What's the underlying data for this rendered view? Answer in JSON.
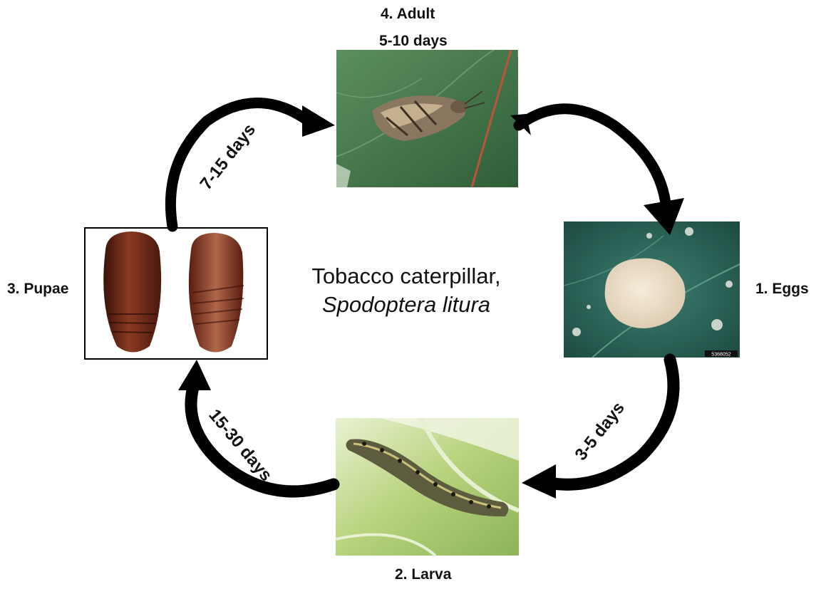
{
  "diagram": {
    "title_line1": "Tobacco caterpillar,",
    "title_line2": "Spodoptera litura",
    "stages": {
      "adult": {
        "label": "4. Adult",
        "duration": "5-10 days"
      },
      "eggs": {
        "label": "1. Eggs"
      },
      "larva": {
        "label": "2. Larva"
      },
      "pupae": {
        "label": "3. Pupae"
      }
    },
    "transitions": {
      "eggs_to_larva": "3-5 days",
      "larva_to_pupae": "15-30 days",
      "pupae_to_adult": "7-15 days"
    },
    "photo_watermark": "5368052"
  },
  "colors": {
    "leaf_green": "#3f7a45",
    "egg_mass": "#efe2cc",
    "larva_leaf": "#b5d07a",
    "pupa_brown": "#7a2f1c",
    "arrow": "#000000"
  }
}
